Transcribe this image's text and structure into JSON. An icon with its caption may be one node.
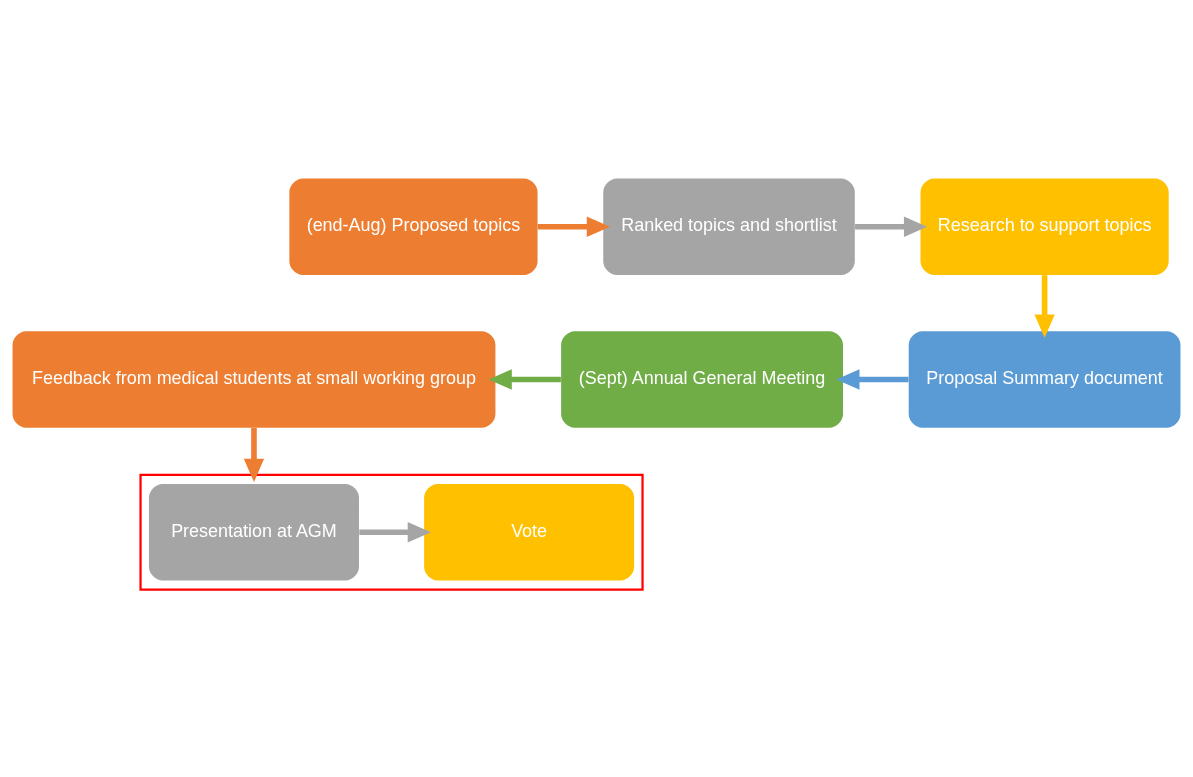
{
  "diagram": {
    "nodes": [
      {
        "text": [
          "(end-Aug) Proposed topics"
        ]
      },
      {
        "text": [
          "Ranked topics and shortlist"
        ]
      },
      {
        "text": [
          "Research to support topics"
        ]
      },
      {
        "text": [
          "Proposal Summary document"
        ]
      },
      {
        "text": [
          "(Sept) Annual General Meeting"
        ]
      },
      {
        "text": [
          "Feedback from medical students at small working group"
        ]
      },
      {
        "text": [],
        "shape": "box"
      },
      {
        "text": [
          "Presentation at AGM"
        ],
        "in": 6
      },
      {
        "text": [
          "Vote"
        ],
        "in": 6
      }
    ],
    "edges": [
      {
        "from": 0,
        "to": 1,
        "arrow": "to",
        "color": "#ed7d31"
      },
      {
        "from": 1,
        "to": 2,
        "arrow": "to",
        "color": "#a5a5a5"
      },
      {
        "from": 2,
        "to": 3,
        "arrow": "to",
        "color": "#ffc000"
      },
      {
        "from": 3,
        "to": 4,
        "arrow": "to",
        "color": "#5b9bd5"
      },
      {
        "from": 4,
        "to": 5,
        "arrow": "to",
        "color": "#70ad47"
      },
      {
        "from": 5,
        "to": 6,
        "arrow": "to",
        "color": "#ed7d31"
      },
      {
        "from": 7,
        "to": 8,
        "arrow": "to",
        "color": "#a5a5a5"
      }
    ]
  }
}
